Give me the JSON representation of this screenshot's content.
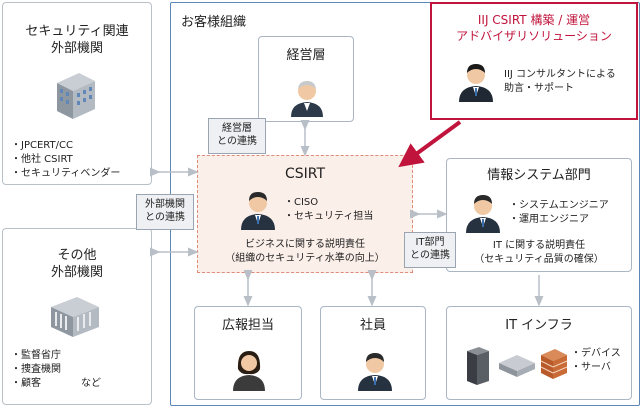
{
  "ext_security": {
    "title_line1": "セキュリティ関連",
    "title_line2": "外部機関",
    "items": [
      "JPCERT/CC",
      "他社 CSIRT",
      "セキュリティベンダー"
    ]
  },
  "ext_other": {
    "title_line1": "その他",
    "title_line2": "外部機関",
    "items": [
      "監督省庁",
      "捜査機関",
      "顧客"
    ],
    "etc": "など"
  },
  "org": {
    "title": "お客様組織"
  },
  "management": {
    "title": "経営層"
  },
  "link_management": {
    "line1": "経営層",
    "line2": "との連携"
  },
  "link_external": {
    "line1": "外部機関",
    "line2": "との連携"
  },
  "link_it": {
    "line1": "IT部門",
    "line2": "との連携"
  },
  "csirt": {
    "title": "CSIRT",
    "items": [
      "CISO",
      "セキュリティ担当"
    ],
    "desc_line1": "ビジネスに関する説明責任",
    "desc_line2": "（組織のセキュリティ水準の向上）"
  },
  "iij": {
    "title_line1": "IIJ CSIRT 構築 / 運営",
    "title_line2": "アドバイザリソリューション",
    "desc_line1": "IIJ コンサルタントによる",
    "desc_line2": "助言・サポート"
  },
  "infosys": {
    "title": "情報システム部門",
    "items": [
      "システムエンジニア",
      "運用エンジニア"
    ],
    "desc_line1": "IT に関する説明責任",
    "desc_line2": "（セキュリティ品質の確保）"
  },
  "pr": {
    "title": "広報担当"
  },
  "staff": {
    "title": "社員"
  },
  "infra": {
    "title": "IT インフラ",
    "items": [
      "デバイス",
      "サーバ"
    ]
  },
  "colors": {
    "accent_red": "#c0143c",
    "org_border": "#5b87b8",
    "csirt_fill": "#fbefe9"
  }
}
